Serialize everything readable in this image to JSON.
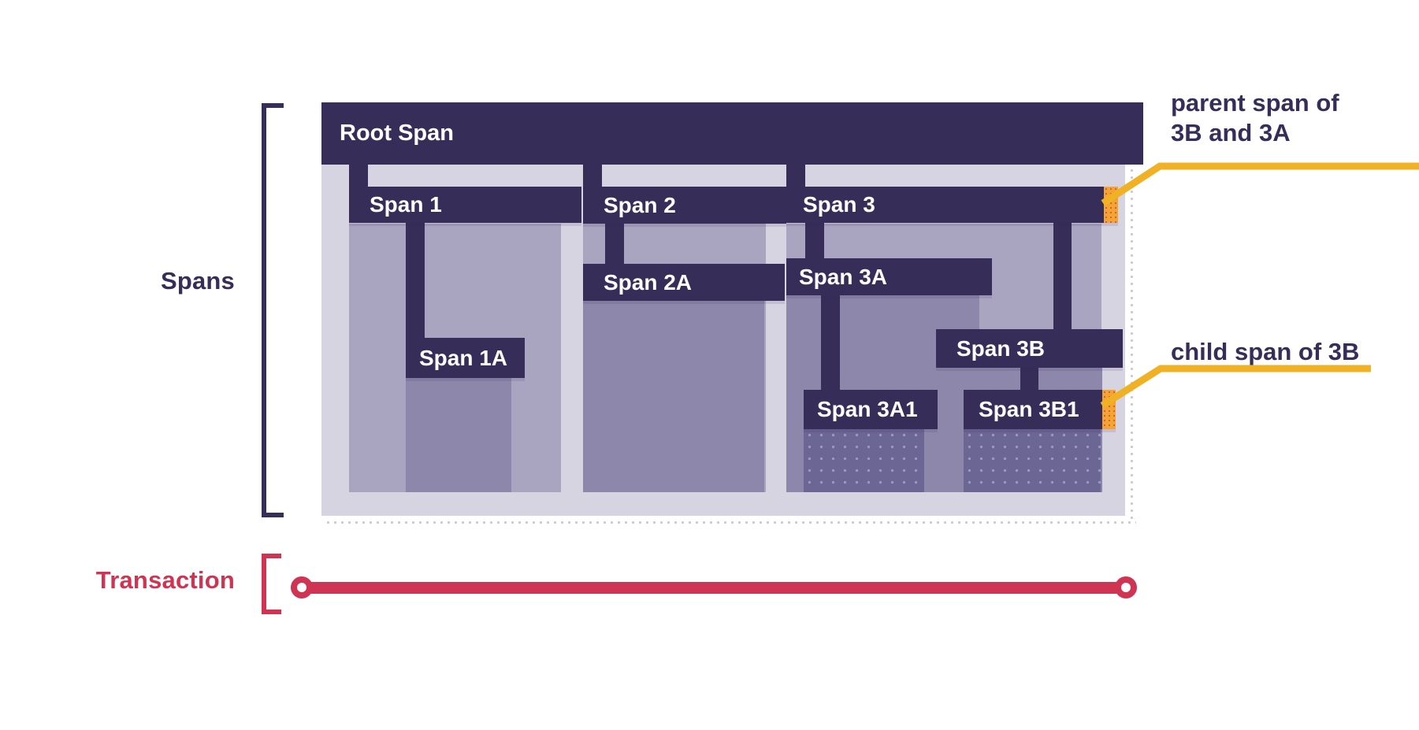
{
  "side_labels": {
    "spans": "Spans",
    "transaction": "Transaction"
  },
  "spans": {
    "root": {
      "label": "Root Span"
    },
    "span1": {
      "label": "Span 1"
    },
    "span1a": {
      "label": "Span 1A"
    },
    "span2": {
      "label": "Span 2"
    },
    "span2a": {
      "label": "Span 2A"
    },
    "span3": {
      "label": "Span 3"
    },
    "span3a": {
      "label": "Span 3A"
    },
    "span3b": {
      "label": "Span 3B"
    },
    "span3a1": {
      "label": "Span 3A1"
    },
    "span3b1": {
      "label": "Span 3B1"
    }
  },
  "hierarchy": {
    "Root Span": [
      "Span 1",
      "Span 2",
      "Span 3"
    ],
    "Span 1": [
      "Span 1A"
    ],
    "Span 2": [
      "Span 2A"
    ],
    "Span 3": [
      "Span 3A",
      "Span 3B"
    ],
    "Span 3A": [
      "Span 3A1"
    ],
    "Span 3B": [
      "Span 3B1"
    ]
  },
  "annotations": {
    "parent_span": {
      "line1": "parent span of",
      "line2": "3B and 3A",
      "points_to": "Span 3"
    },
    "child_span": {
      "text": "child span of 3B",
      "points_to": "Span 3B1"
    }
  },
  "colors": {
    "span_bar": "#362d59",
    "container_bg": "#d6d4e1",
    "fill_level1": "#a9a4bf",
    "fill_level2": "#8d87ab",
    "fill_level3": "#6c6694",
    "marker_orange": "#f2a532",
    "marker_dots_red": "#dd5b45",
    "callout_yellow": "#f0b125",
    "transaction_red": "#cf3552",
    "label_dark": "#362d59",
    "canvas_bg": "#ffffff"
  }
}
